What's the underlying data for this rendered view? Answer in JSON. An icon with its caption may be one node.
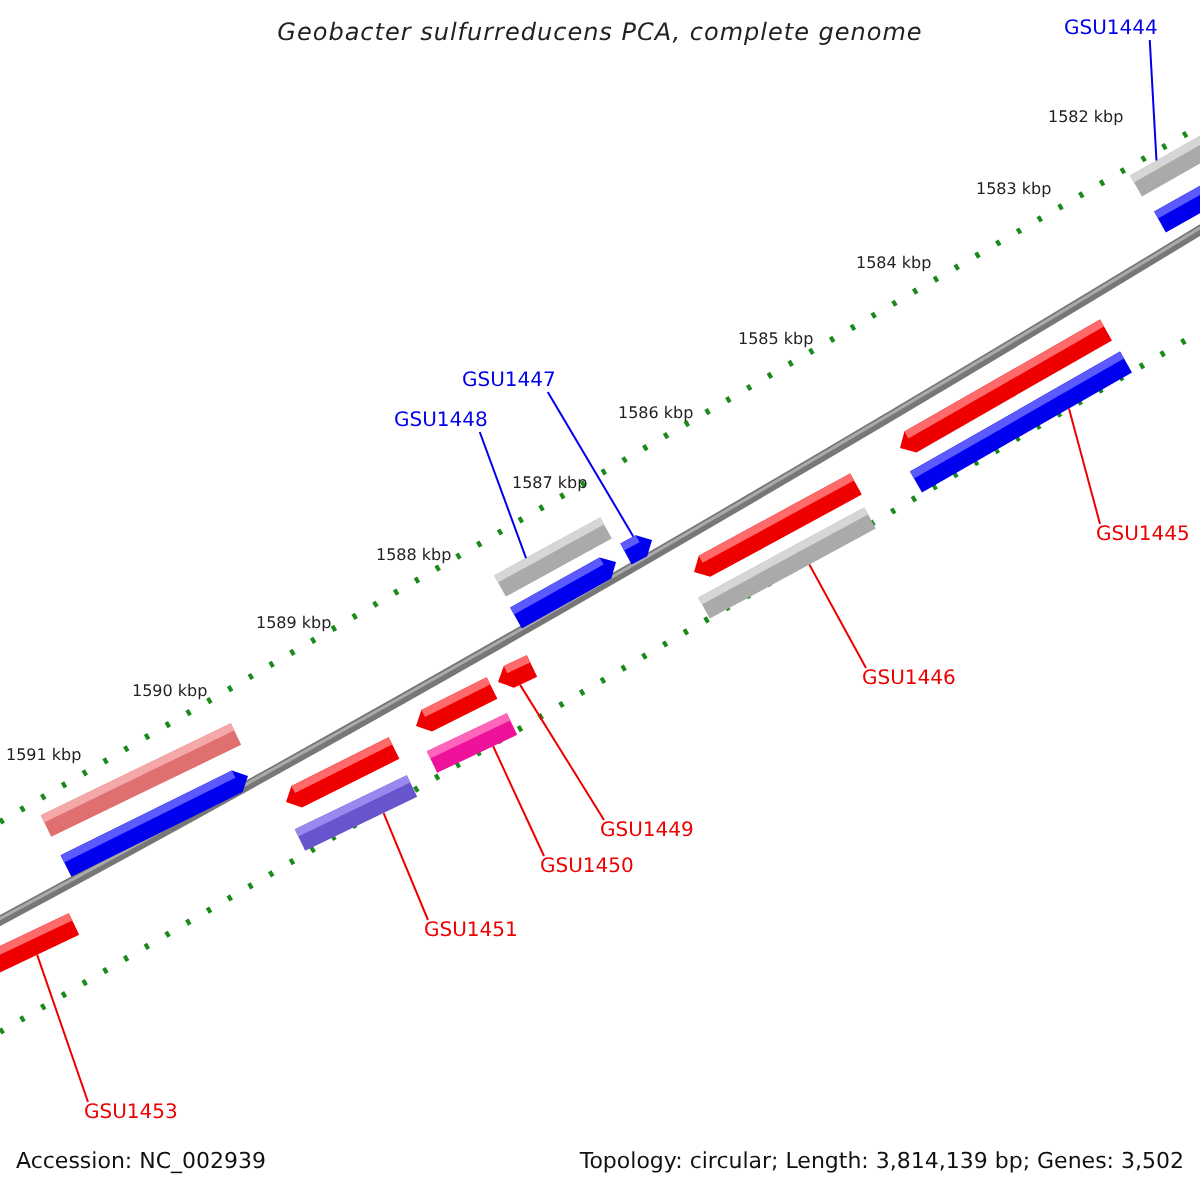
{
  "diagram": {
    "title": "Geobacter sulfurreducens PCA, complete genome",
    "nodes": [
      {
        "text": [
          "GSU1444"
        ]
      },
      {
        "text": [
          "GSU1447"
        ]
      },
      {
        "text": [
          "GSU1448"
        ]
      },
      {
        "text": [
          "GSU1445"
        ]
      },
      {
        "text": [
          "GSU1446"
        ]
      },
      {
        "text": [
          "GSU1449"
        ]
      },
      {
        "text": [
          "GSU1450"
        ]
      },
      {
        "text": [
          "GSU1451"
        ]
      },
      {
        "text": [
          "GSU1453"
        ]
      },
      {
        "text": [],
        "shape": "bar"
      },
      {
        "text": [],
        "shape": "bar"
      },
      {
        "text": [],
        "shape": "bar"
      },
      {
        "text": [],
        "shape": "bar"
      },
      {
        "text": [],
        "shape": "bar"
      },
      {
        "text": [],
        "shape": "bar"
      },
      {
        "text": [],
        "shape": "bar"
      },
      {
        "text": [],
        "shape": "bar"
      },
      {
        "text": [],
        "shape": "bar"
      }
    ],
    "edges": [
      {
        "from": 0,
        "to": 17,
        "arrow": "none",
        "color": "#0000ee"
      },
      {
        "from": 1,
        "to": 14,
        "arrow": "none",
        "color": "#0000ee"
      },
      {
        "from": 2,
        "to": 13,
        "arrow": "none",
        "color": "#0000ee"
      },
      {
        "from": 3,
        "to": 16,
        "arrow": "none"
      },
      {
        "from": 4,
        "to": 15,
        "arrow": "none"
      },
      {
        "from": 5,
        "to": 12,
        "arrow": "none"
      },
      {
        "from": 6,
        "to": 11,
        "arrow": "none"
      },
      {
        "from": 7,
        "to": 10,
        "arrow": "none"
      },
      {
        "from": 8,
        "to": 9,
        "arrow": "none"
      }
    ],
    "labels": [
      "1582 kbp",
      "1583 kbp",
      "1584 kbp",
      "1585 kbp",
      "1586 kbp",
      "1587 kbp",
      "1588 kbp",
      "1589 kbp",
      "1590 kbp",
      "1591 kbp",
      "Accession: NC_002939",
      "Topology: circular; Length: 3,814,139 bp; Genes: 3,502"
    ]
  }
}
